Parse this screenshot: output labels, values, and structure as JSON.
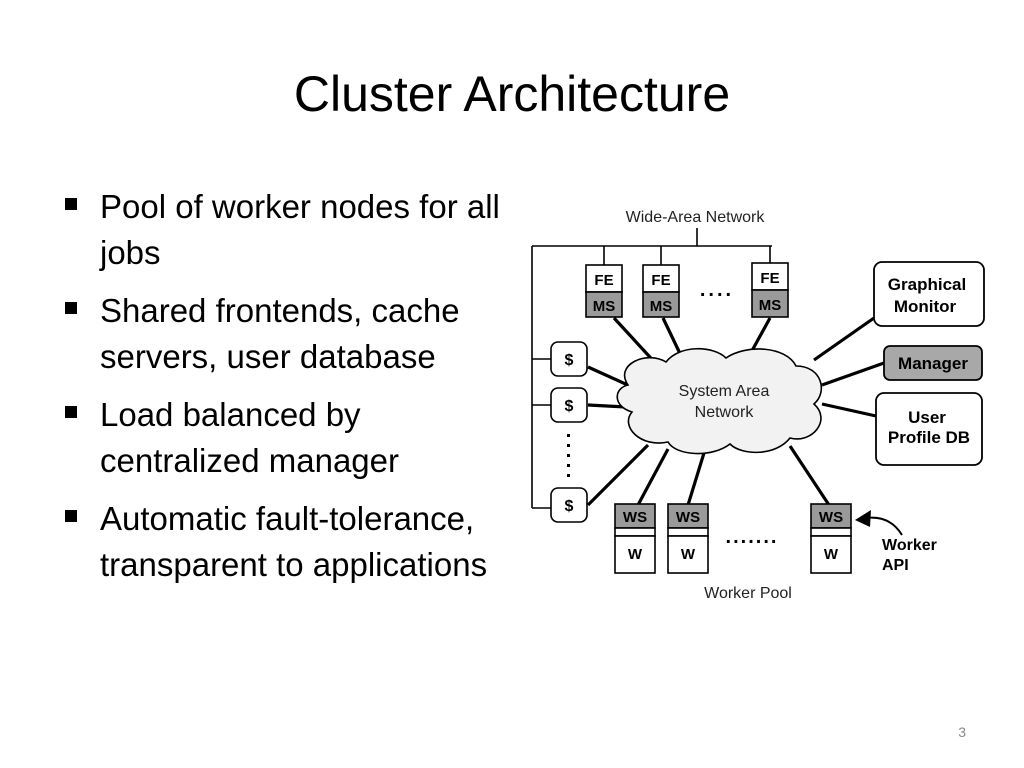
{
  "slide": {
    "title": "Cluster Architecture",
    "page_number": "3"
  },
  "bullets": [
    "Pool of worker nodes for all jobs",
    "Shared frontends, cache servers, user database",
    "Load balanced by centralized manager",
    "Automatic fault-tolerance, transparent to applications"
  ],
  "diagram": {
    "wan_label": "Wide-Area Network",
    "san_label_line1": "System Area",
    "san_label_line2": "Network",
    "fe_label": "FE",
    "ms_label": "MS",
    "fe_ellipsis": "....",
    "cache_label": "$",
    "graphical_monitor_line1": "Graphical",
    "graphical_monitor_line2": "Monitor",
    "manager_label": "Manager",
    "user_profile_line1": "User",
    "user_profile_line2": "Profile DB",
    "ws_label": "WS",
    "w_label": "W",
    "worker_ellipsis": ".......",
    "worker_pool_label": "Worker Pool",
    "worker_api_line1": "Worker",
    "worker_api_line2": "API",
    "colors": {
      "ms_fill": "#9a9a9a",
      "manager_fill": "#a8a8a8",
      "ws_fill": "#9a9a9a",
      "cloud_fill": "#f2f2f2"
    }
  }
}
